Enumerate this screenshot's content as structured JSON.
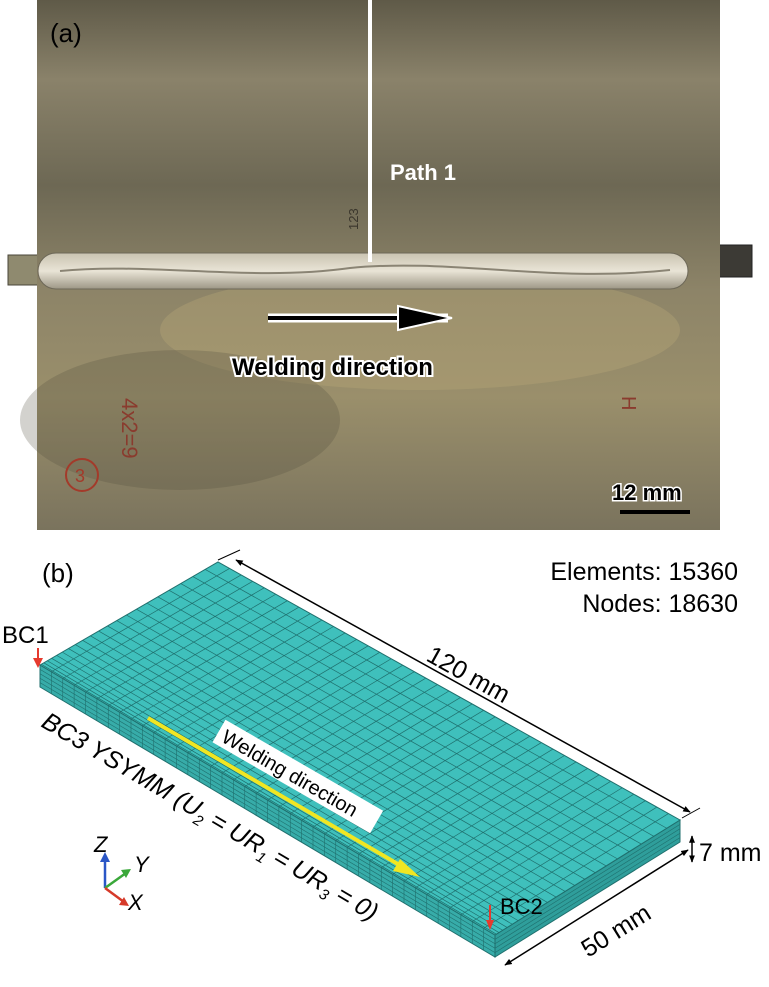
{
  "panel_a": {
    "label": "(a)",
    "path_label": "Path 1",
    "direction_label": "Welding direction",
    "scale_label": "12 mm",
    "plate_marks": [
      "123",
      "3",
      "4x2=9",
      "H"
    ]
  },
  "panel_b": {
    "label": "(b)",
    "elements_text": "Elements: 15360",
    "nodes_text": "Nodes: 18630",
    "length_label": "120 mm",
    "width_label": "50 mm",
    "thickness_label": "7 mm",
    "bc1": "BC1",
    "bc2": "BC2",
    "bc3": {
      "pre": "BC3 YSYMM (U",
      "s1": "2",
      "m1": " = UR",
      "s2": "1",
      "m2": " = UR",
      "s3": "3",
      "post": " = 0)"
    },
    "direction_label": "Welding direction",
    "axes": {
      "z": "Z",
      "y": "Y",
      "x": "X"
    }
  },
  "colors": {
    "mesh_fill": "#3fc0bc",
    "mesh_side": "#37aca9",
    "mesh_line": "#1f6f6d",
    "weld_arrow": "#f0e623",
    "bc_arrow": "#e63a2e",
    "axis_z": "#2a56c6",
    "axis_y": "#3aa83a",
    "axis_x": "#d63a2a"
  }
}
